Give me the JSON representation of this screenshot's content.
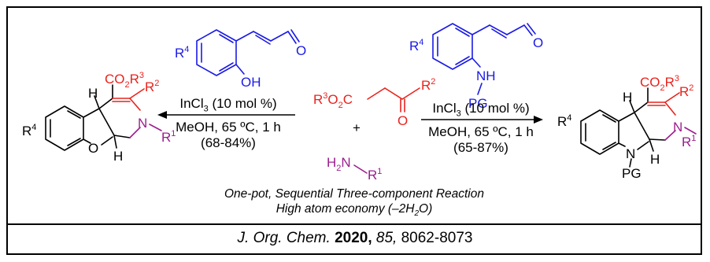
{
  "colors": {
    "blue": "#1a1ae6",
    "red": "#e8231e",
    "purple": "#9b1e8e",
    "black": "#000000"
  },
  "left_condition": {
    "catalyst": "InCl3 (10 mol %)",
    "solvent": "MeOH, 65 ºC, 1 h",
    "yield": "(68-84%)"
  },
  "right_condition": {
    "catalyst": "InCl3 (10 mol %)",
    "solvent": "MeOH, 65 ºC, 1 h",
    "yield": "(65-87%)"
  },
  "labels": {
    "r4": "R4",
    "oh": "OH",
    "o": "O",
    "nh": "NH",
    "pg": "PG",
    "r3o2c": "R3O2C",
    "r2": "R2",
    "plus": "+",
    "h2n": "H2N",
    "r1": "R1",
    "co2r3": "CO2R3",
    "h": "H",
    "n": "N"
  },
  "notes": {
    "line1": "One-pot, Sequential Three-component Reaction",
    "line2": "High atom economy (–2H2O)"
  },
  "citation": {
    "journal": "J. Org. Chem.",
    "year": "2020,",
    "volume": "85,",
    "pages": "8062-8073"
  }
}
